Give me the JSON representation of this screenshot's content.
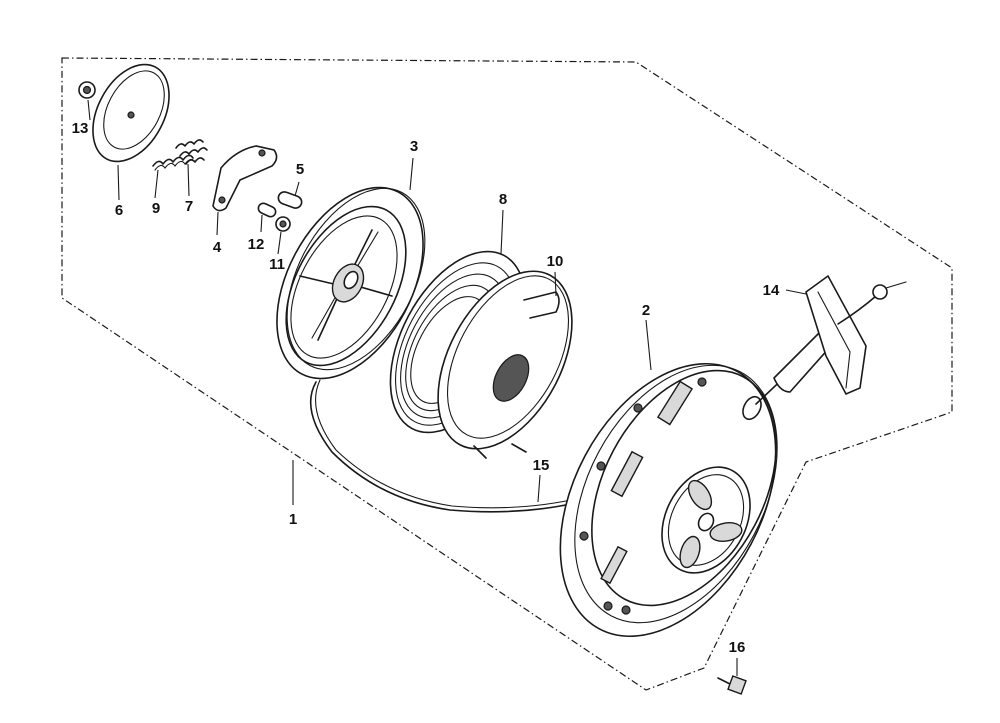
{
  "parts": [
    {
      "id": "1",
      "label": "1"
    },
    {
      "id": "2",
      "label": "2"
    },
    {
      "id": "3",
      "label": "3"
    },
    {
      "id": "4",
      "label": "4"
    },
    {
      "id": "5",
      "label": "5"
    },
    {
      "id": "6",
      "label": "6"
    },
    {
      "id": "7",
      "label": "7"
    },
    {
      "id": "8",
      "label": "8"
    },
    {
      "id": "9",
      "label": "9"
    },
    {
      "id": "10",
      "label": "10"
    },
    {
      "id": "11",
      "label": "11"
    },
    {
      "id": "12",
      "label": "12"
    },
    {
      "id": "13",
      "label": "13"
    },
    {
      "id": "14",
      "label": "14"
    },
    {
      "id": "15",
      "label": "15"
    },
    {
      "id": "16",
      "label": "16"
    }
  ],
  "colors": {
    "line": "#1a1a1a",
    "shade": "#d9d9d9",
    "background": "#ffffff"
  }
}
